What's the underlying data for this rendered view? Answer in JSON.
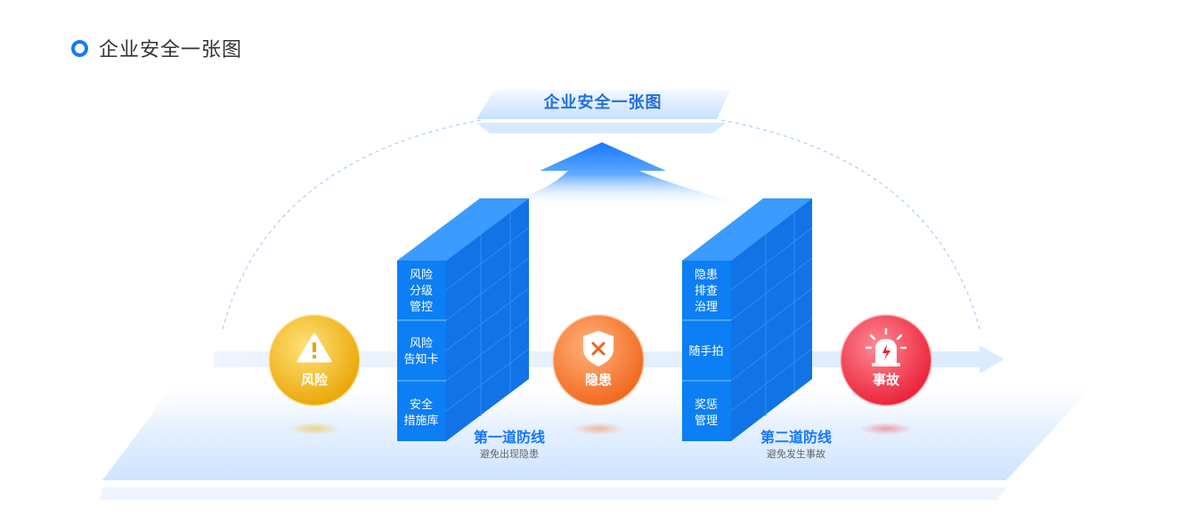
{
  "section": {
    "title": "企业安全一张图"
  },
  "banner": {
    "title": "企业安全一张图"
  },
  "orbs": [
    {
      "label": "风险",
      "icon": "warning-icon",
      "color": "#f0b21a"
    },
    {
      "label": "隐患",
      "icon": "shield-x-icon",
      "color": "#f57c2b"
    },
    {
      "label": "事故",
      "icon": "alarm-icon",
      "color": "#f2374a"
    }
  ],
  "walls": [
    {
      "title": "第一道防线",
      "subtitle": "避免出现隐患",
      "segments": [
        "风险\n分级\n管控",
        "风险\n告知卡",
        "安全\n措施库"
      ]
    },
    {
      "title": "第二道防线",
      "subtitle": "避免发生事故",
      "segments": [
        "隐患\n排查\n治理",
        "随手拍",
        "奖惩\n管理"
      ]
    }
  ],
  "colors": {
    "accent": "#1677ff",
    "wall": "#0a7cf0"
  }
}
